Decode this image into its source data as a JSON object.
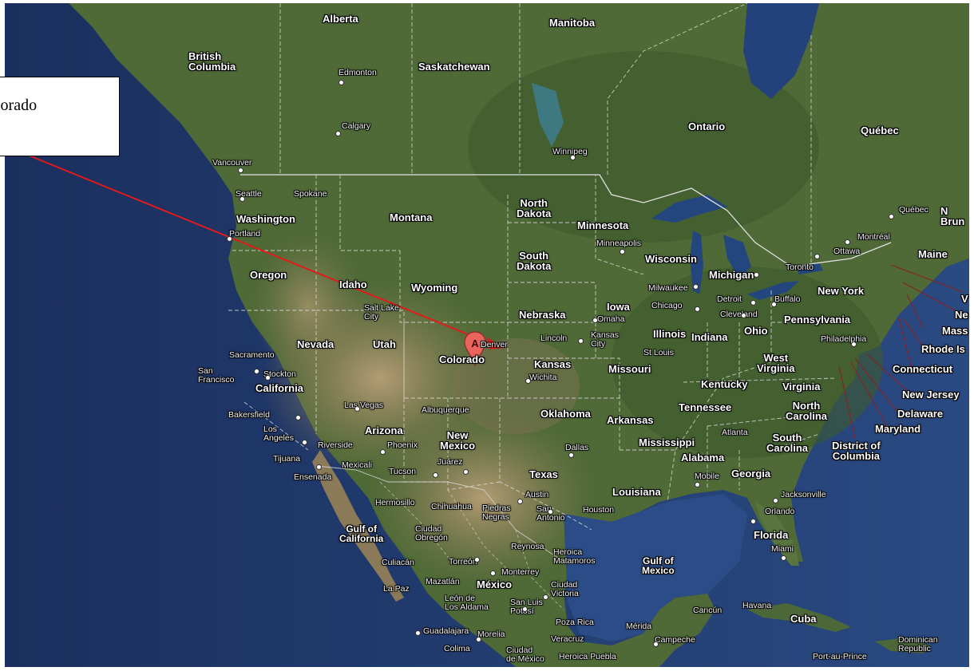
{
  "callout": {
    "text": "olorado"
  },
  "marker": {
    "letter": "A",
    "color": "#e9645c"
  },
  "arrow_color": "#e31a1a",
  "colors": {
    "ocean": "#21386a",
    "land_green": "#4c6a34",
    "land_dry": "#9c8b66",
    "borders": "#e6e6e6"
  },
  "labels": {
    "alberta": "Alberta",
    "manitoba": "Manitoba",
    "british_columbia": "British\nColumbia",
    "saskatchewan": "Saskatchewan",
    "ontario": "Ontario",
    "quebec": "Québec",
    "edmonton": "Edmonton",
    "calgary": "Calgary",
    "winnipeg": "Winnipeg",
    "vancouver": "Vancouver",
    "seattle": "Seattle",
    "spokane": "Spokane",
    "washington": "Washington",
    "portland": "Portland",
    "montana": "Montana",
    "north_dakota": "North\nDakota",
    "minnesota": "Minnesota",
    "minneapolis": "Minneapolis",
    "wisconsin": "Wisconsin",
    "michigan": "Michigan",
    "toronto": "Toronto",
    "ottawa": "Ottawa",
    "montreal": "Montréal",
    "quebec_city": "Québec",
    "new_brunswick": "N\nBrun",
    "maine": "Maine",
    "oregon": "Oregon",
    "idaho": "Idaho",
    "south_dakota": "South\nDakota",
    "wyoming": "Wyoming",
    "milwaukee": "Milwaukee",
    "new_york": "New York",
    "vt": "V",
    "ne": "Ne",
    "mass": "Mass",
    "nebraska": "Nebraska",
    "iowa": "Iowa",
    "omaha": "Omaha",
    "chicago": "Chicago",
    "detroit": "Detroit",
    "buffalo": "Buffalo",
    "cleveland": "Cleveland",
    "pennsylvania": "Pennsylvania",
    "salt_lake_city": "Salt Lake\nCity",
    "nevada": "Nevada",
    "utah": "Utah",
    "colorado": "Colorado",
    "denver": "Denver",
    "lincoln": "Lincoln",
    "kansas_city": "Kansas\nCity",
    "illinois": "Illinois",
    "indiana": "Indiana",
    "ohio": "Ohio",
    "philadelphia": "Philadelphia",
    "rhode_island": "Rhode Is",
    "sacramento": "Sacramento",
    "san_francisco": "San\nFrancisco",
    "stockton": "Stockton",
    "california": "California",
    "kansas": "Kansas",
    "wichita": "Wichita",
    "missouri": "Missouri",
    "st_louis": "St Louis",
    "west_virginia": "West\nVirginia",
    "connecticut": "Connecticut",
    "kentucky": "Kentucky",
    "virginia": "Virginia",
    "new_jersey": "New Jersey",
    "las_vegas": "Las Vegas",
    "bakersfield": "Bakersfield",
    "albuquerque": "Albuquerque",
    "oklahoma": "Oklahoma",
    "arkansas": "Arkansas",
    "tennessee": "Tennessee",
    "north_carolina": "North\nCarolina",
    "delaware": "Delaware",
    "maryland": "Maryland",
    "los_angeles": "Los\nAngeles",
    "riverside": "Riverside",
    "arizona": "Arizona",
    "phoenix": "Phoenix",
    "new_mexico": "New\nMexico",
    "mississippi": "Mississippi",
    "atlanta": "Atlanta",
    "south_carolina": "South\nCarolina",
    "dc": "District of\nColumbia",
    "tijuana": "Tijuana",
    "mexicali": "Mexicali",
    "ensenada": "Ensenada",
    "juarez": "Juárez",
    "tucson": "Tucson",
    "dallas": "Dallas",
    "alabama": "Alabama",
    "texas": "Texas",
    "louisiana": "Louisiana",
    "mobile": "Mobile",
    "georgia": "Georgia",
    "jacksonville": "Jacksonville",
    "hermosillo": "Hermosillo",
    "chihuahua": "Chihuahua",
    "piedras_negras": "Piedras\nNegras",
    "austin": "Austin",
    "san_antonio": "San\nAntonio",
    "houston": "Houston",
    "orlando": "Orlando",
    "gulf_of_california": "Gulf of\nCalifornia",
    "ciudad_obregon": "Ciudad\nObregón",
    "florida": "Florida",
    "miami": "Miami",
    "reynosa": "Reynosa",
    "heroica_matamoros": "Heroica\nMatamoros",
    "gulf_of_mexico": "Gulf of\nMexico",
    "culiacan": "Culiacán",
    "torreon": "Torreón",
    "monterrey": "Monterrey",
    "la_paz": "La Paz",
    "mazatlan": "Mazatlán",
    "mexico": "México",
    "ciudad_victoria": "Ciudad\nVictoria",
    "havana": "Havana",
    "cuba": "Cuba",
    "cancun": "Cancún",
    "leon": "León de\nLos Aldama",
    "san_luis_potosi": "San Luis\nPotosí",
    "poza_rica": "Poza Rica",
    "merida": "Mérida",
    "guadalajara": "Guadalajara",
    "morelia": "Morelia",
    "veracruz": "Veracruz",
    "campeche": "Campeche",
    "colima": "Colima",
    "ciudad_de_mexico": "Ciudad\nde México",
    "heroica_puebla": "Heroica Puebla",
    "dominican_republic": "Dominican\nRepublic",
    "port_au_prince": "Port-au-Prince"
  }
}
